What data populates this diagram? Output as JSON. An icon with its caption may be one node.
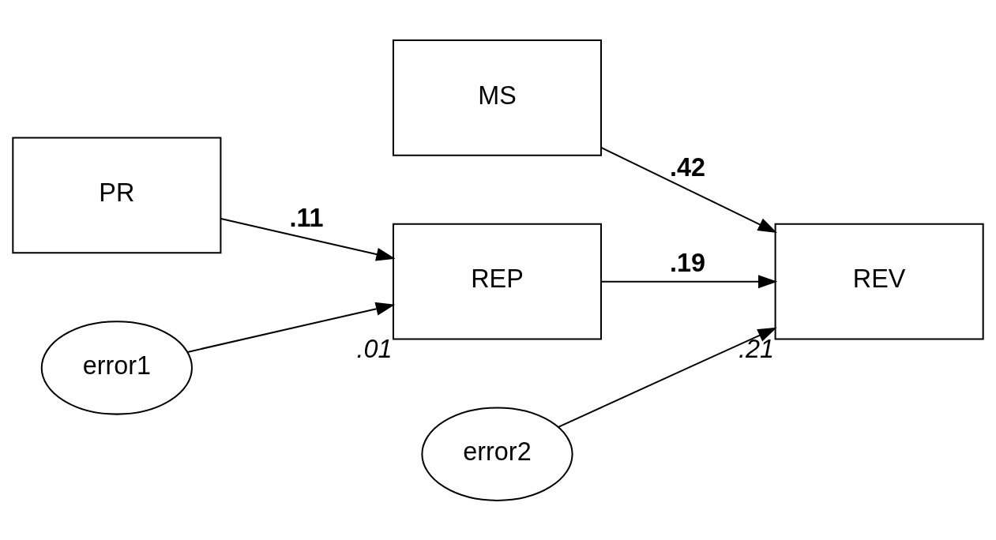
{
  "diagram": {
    "nodes": [
      {
        "text": [
          "MS"
        ]
      },
      {
        "text": [
          "PR"
        ]
      },
      {
        "text": [
          "REP"
        ],
        "beside": [
          ".01"
        ]
      },
      {
        "text": [
          "REV"
        ],
        "beside": [
          ".21"
        ]
      },
      {
        "text": [
          "error1"
        ]
      },
      {
        "text": [
          "error2"
        ]
      }
    ],
    "edges": [
      {
        "from": 0,
        "to": 3,
        "arrow": "to",
        "label": ".42"
      },
      {
        "from": 1,
        "to": 2,
        "arrow": "to",
        "label": ".11"
      },
      {
        "from": 2,
        "to": 3,
        "arrow": "to",
        "label": ".19"
      },
      {
        "from": 4,
        "to": 2,
        "arrow": "to"
      },
      {
        "from": 5,
        "to": 3,
        "arrow": "to"
      }
    ]
  }
}
